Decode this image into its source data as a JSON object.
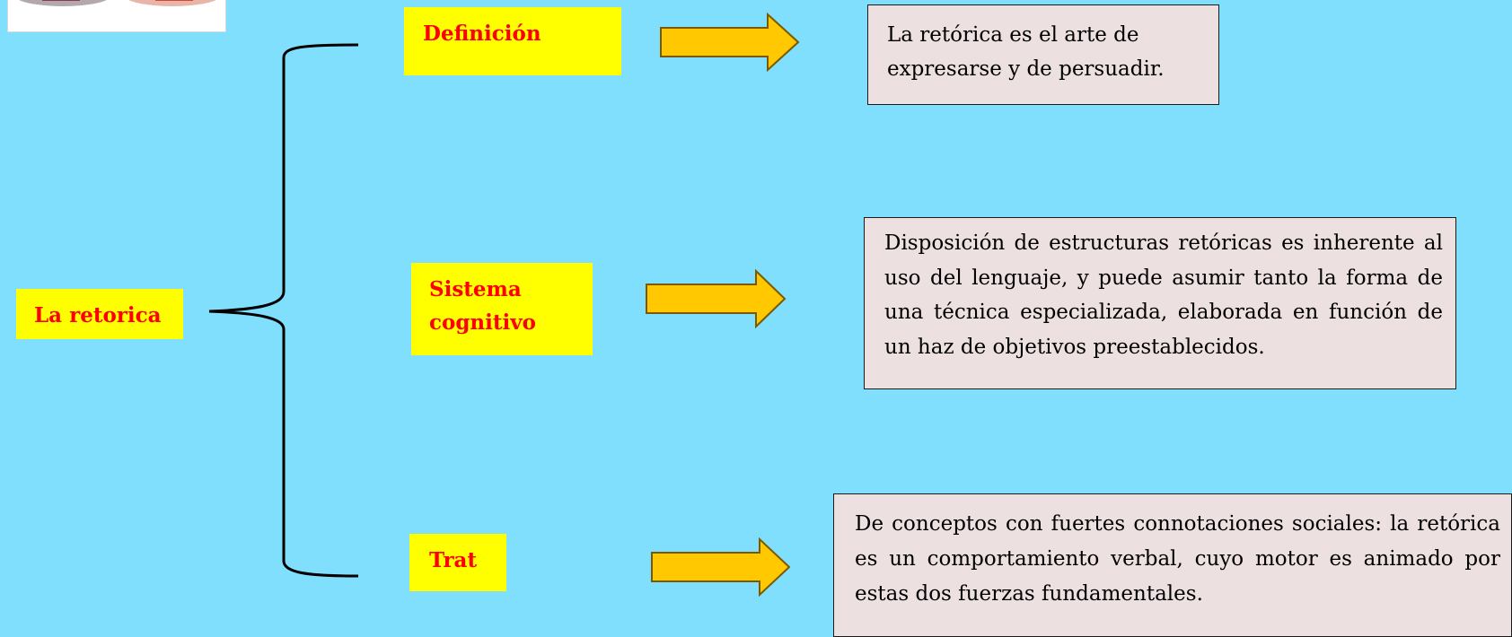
{
  "root": {
    "label": "La retorica"
  },
  "branches": [
    {
      "label": "Definición",
      "description": "La retórica es el arte de expresarse y de persuadir."
    },
    {
      "label": "Sistema cognitivo",
      "description": "Disposición de estructuras retóricas es inherente al uso del lenguaje, y puede asumir tanto la forma de una técnica especializada, elaborada en función de un haz de objetivos preestablecidos."
    },
    {
      "label": "Trat",
      "description": "De conceptos con fuertes connotaciones sociales: la retórica es un comportamiento verbal, cuyo motor es animado por estas dos fuerzas fundamentales."
    }
  ],
  "colors": {
    "background": "#80dffc",
    "label_fill": "#ffff00",
    "label_text": "#ff0000",
    "description_fill": "#ede0e0",
    "arrow_fill": "#ffc800",
    "arrow_stroke": "#7a5a00",
    "brace_stroke": "#000000"
  },
  "icons": {
    "thumbnail": "decorative-image-thumbnail",
    "arrow": "block-right-arrow-icon",
    "brace": "curly-brace-connector"
  }
}
